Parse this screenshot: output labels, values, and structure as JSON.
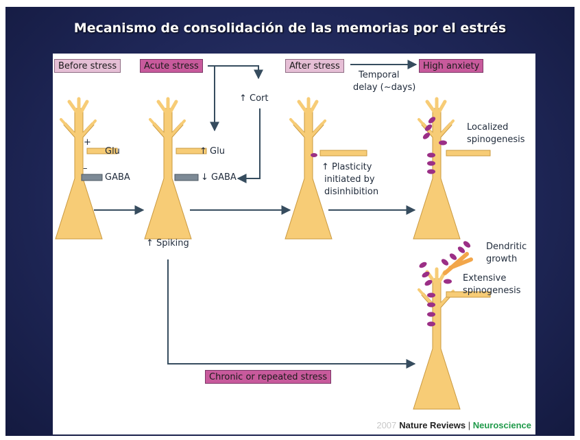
{
  "title": "Mecanismo de consolidación de las memorias por el estrés",
  "tags": {
    "before_stress": "Before stress",
    "acute_stress": "Acute stress",
    "after_stress": "After stress",
    "high_anxiety": "High anxiety",
    "chronic_stress": "Chronic or repeated stress"
  },
  "labels": {
    "cort": "↑ Cort",
    "temporal_1": "Temporal",
    "temporal_2": "delay (~days)",
    "glu_1": "Glu",
    "gaba_1": "GABA",
    "plus": "+",
    "minus": "–",
    "glu_2": "↑ Glu",
    "gaba_2": "↓ GABA",
    "spiking": "↑ Spiking",
    "plasticity_1": "↑ Plasticity",
    "plasticity_2": "initiated by",
    "plasticity_3": "disinhibition",
    "localized_1": "Localized",
    "localized_2": "spinogenesis",
    "dendritic_1": "Dendritic",
    "dendritic_2": "growth",
    "extensive_1": "Extensive",
    "extensive_2": "spinogenesis"
  },
  "credit": {
    "year": "2007",
    "publisher": "Nature Reviews",
    "separator": "|",
    "journal": "Neuroscience"
  },
  "colors": {
    "neuron": "#f7cc76",
    "neuron_stroke": "#c9983e",
    "spine": "#9b2f86",
    "arrow": "#364c5e",
    "tag_light": "#e6bfd6",
    "tag_dark": "#c85a9c"
  }
}
